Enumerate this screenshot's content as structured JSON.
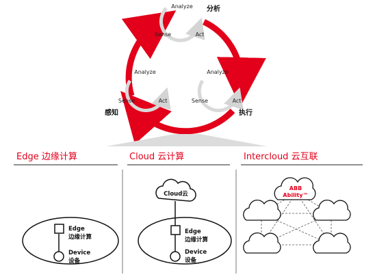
{
  "cycle": {
    "top": {
      "analyze": "Analyze",
      "sense": "Sense",
      "act": "Act",
      "label": "分析"
    },
    "left": {
      "analyze": "Analyze",
      "sense": "Sense",
      "act": "Act",
      "label": "感知"
    },
    "right": {
      "analyze": "Analyze",
      "sense": "Sense",
      "act": "Act",
      "label": "执行"
    }
  },
  "sections": {
    "edge": {
      "title": "Edge 边缘计算",
      "node_top_en": "Edge",
      "node_top_cn": "边缘计算",
      "node_bottom_en": "Device",
      "node_bottom_cn": "设备"
    },
    "cloud": {
      "title": "Cloud 云计算",
      "cloud_label": "Cloud云",
      "node_top_en": "Edge",
      "node_top_cn": "边缘计算",
      "node_bottom_en": "Device",
      "node_bottom_cn": "设备"
    },
    "intercloud": {
      "title": "Intercloud 云互联",
      "center_line1": "ABB",
      "center_line2": "Ability™"
    }
  },
  "colors": {
    "accent": "#e2001a",
    "grey": "#d9d9d9",
    "line": "#222222"
  }
}
